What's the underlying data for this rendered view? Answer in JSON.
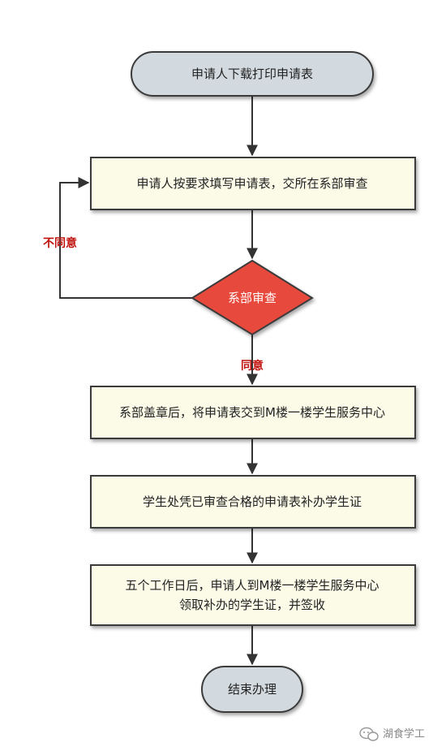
{
  "diagram": {
    "nodes": {
      "start": "申请人下载打印申请表",
      "fill_form": "申请人按要求填写申请表，交所在系部审查",
      "dept_review": "系部审查",
      "stamp": "系部盖章后，将申请表交到M楼一楼学生服务中心",
      "reissue": "学生处凭已审查合格的申请表补办学生证",
      "collect_line1": "五个工作日后，申请人到M楼一楼学生服务中心",
      "collect_line2": "领取补办的学生证，并签收",
      "end": "结束办理"
    },
    "edges": {
      "disagree": "不同意",
      "agree": "同意"
    }
  },
  "watermark": {
    "text": "湖食学工"
  },
  "colors": {
    "terminal_fill": "#d3dadf",
    "process_fill": "#fbfbe8",
    "decision_fill": "#e8493c",
    "edge_label": "#c0110d"
  }
}
